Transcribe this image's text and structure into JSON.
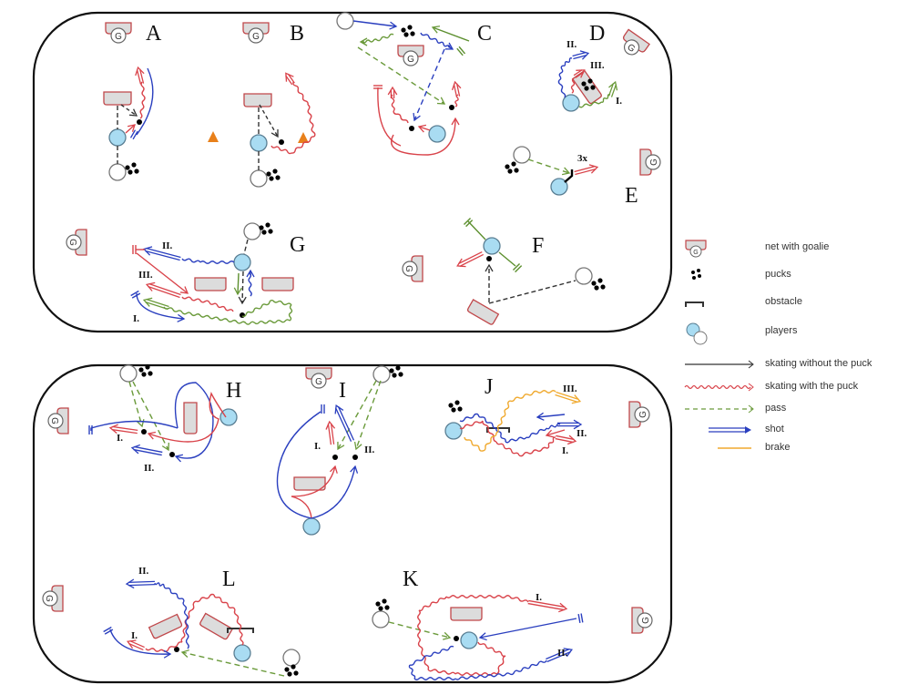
{
  "rinks": [
    {
      "name": "top-rink",
      "drills": [
        "A",
        "B",
        "C",
        "D",
        "E",
        "F",
        "G"
      ]
    },
    {
      "name": "bottom-rink",
      "drills": [
        "H",
        "I",
        "J",
        "K",
        "L"
      ]
    }
  ],
  "drill_labels": {
    "A": "A",
    "B": "B",
    "C": "C",
    "D": "D",
    "E": "E",
    "F": "F",
    "G": "G",
    "H": "H",
    "I": "I",
    "J": "J",
    "K": "K",
    "L": "L"
  },
  "phase_labels": {
    "one": "I.",
    "two": "II.",
    "three": "III."
  },
  "annotations": {
    "repeat": "3x"
  },
  "goalie_glyph": "G",
  "legend": [
    {
      "symbol": "net-with-goalie",
      "label": "net with goalie"
    },
    {
      "symbol": "pucks",
      "label": "pucks"
    },
    {
      "symbol": "obstacle",
      "label": "obstacle"
    },
    {
      "symbol": "players",
      "label": "players"
    },
    {
      "symbol": "skating-without-puck",
      "label": "skating without the puck"
    },
    {
      "symbol": "skating-with-puck",
      "label": "skating with the puck"
    },
    {
      "symbol": "pass",
      "label": "pass"
    },
    {
      "symbol": "shot",
      "label": "shot"
    },
    {
      "symbol": "brake",
      "label": "brake"
    }
  ],
  "colors": {
    "rink_border": "#111111",
    "net_stroke": "#c0474a",
    "net_fill": "#dcdcdc",
    "player_blue": "#a9dcf2",
    "player_blue_stroke": "#5a7f94",
    "player_white_stroke": "#777777",
    "puck": "#000000",
    "skating_without_puck": "#333333",
    "skating_with_puck": "#d9434a",
    "pass": "#6a9a3a",
    "shot": "#2a3fbf",
    "brake": "#f0a92e",
    "green_line": "#5c8f2e",
    "cone": "#e8801a"
  }
}
